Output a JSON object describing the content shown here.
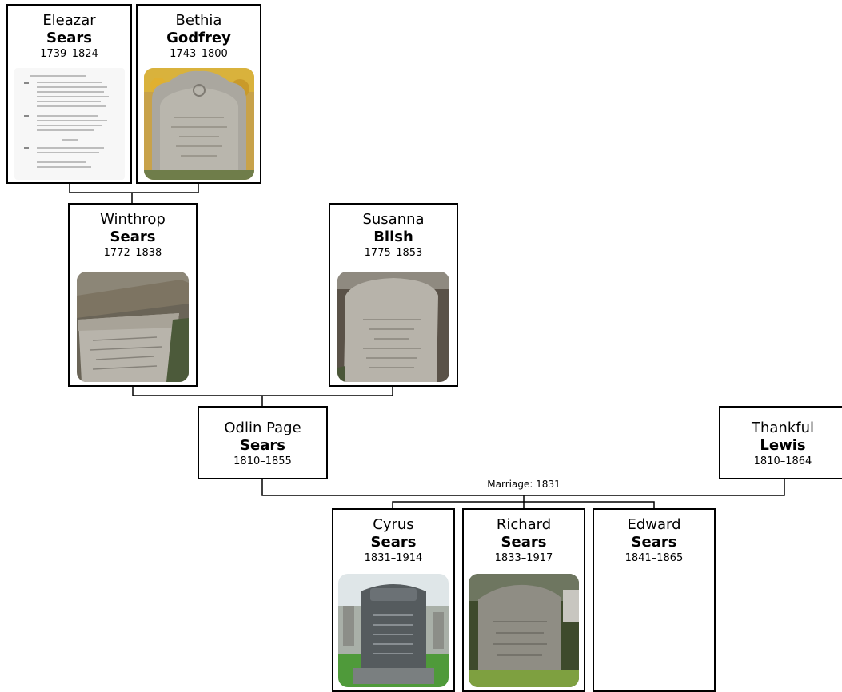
{
  "people": {
    "eleazar": {
      "given": "Eleazar",
      "surname": "Sears",
      "dates": "1739–1824",
      "photo": "document-scan-image"
    },
    "bethia": {
      "given": "Bethia",
      "surname": "Godfrey",
      "dates": "1743–1800",
      "photo": "gravestone-photo"
    },
    "winthrop": {
      "given": "Winthrop",
      "surname": "Sears",
      "dates": "1772–1838",
      "photo": "gravestone-photo"
    },
    "susanna": {
      "given": "Susanna",
      "surname": "Blish",
      "dates": "1775–1853",
      "photo": "gravestone-photo"
    },
    "odlin": {
      "given": "Odlin Page",
      "surname": "Sears",
      "dates": "1810–1855"
    },
    "thankful": {
      "given": "Thankful",
      "surname": "Lewis",
      "dates": "1810–1864"
    },
    "cyrus": {
      "given": "Cyrus",
      "surname": "Sears",
      "dates": "1831–1914",
      "photo": "gravestone-photo"
    },
    "richard": {
      "given": "Richard",
      "surname": "Sears",
      "dates": "1833–1917",
      "photo": "gravestone-photo"
    },
    "edward": {
      "given": "Edward",
      "surname": "Sears",
      "dates": "1841–1865"
    }
  },
  "marriage_label": "Marriage: 1831",
  "colors": {
    "border": "#000000",
    "background": "#ffffff",
    "text": "#000000"
  }
}
